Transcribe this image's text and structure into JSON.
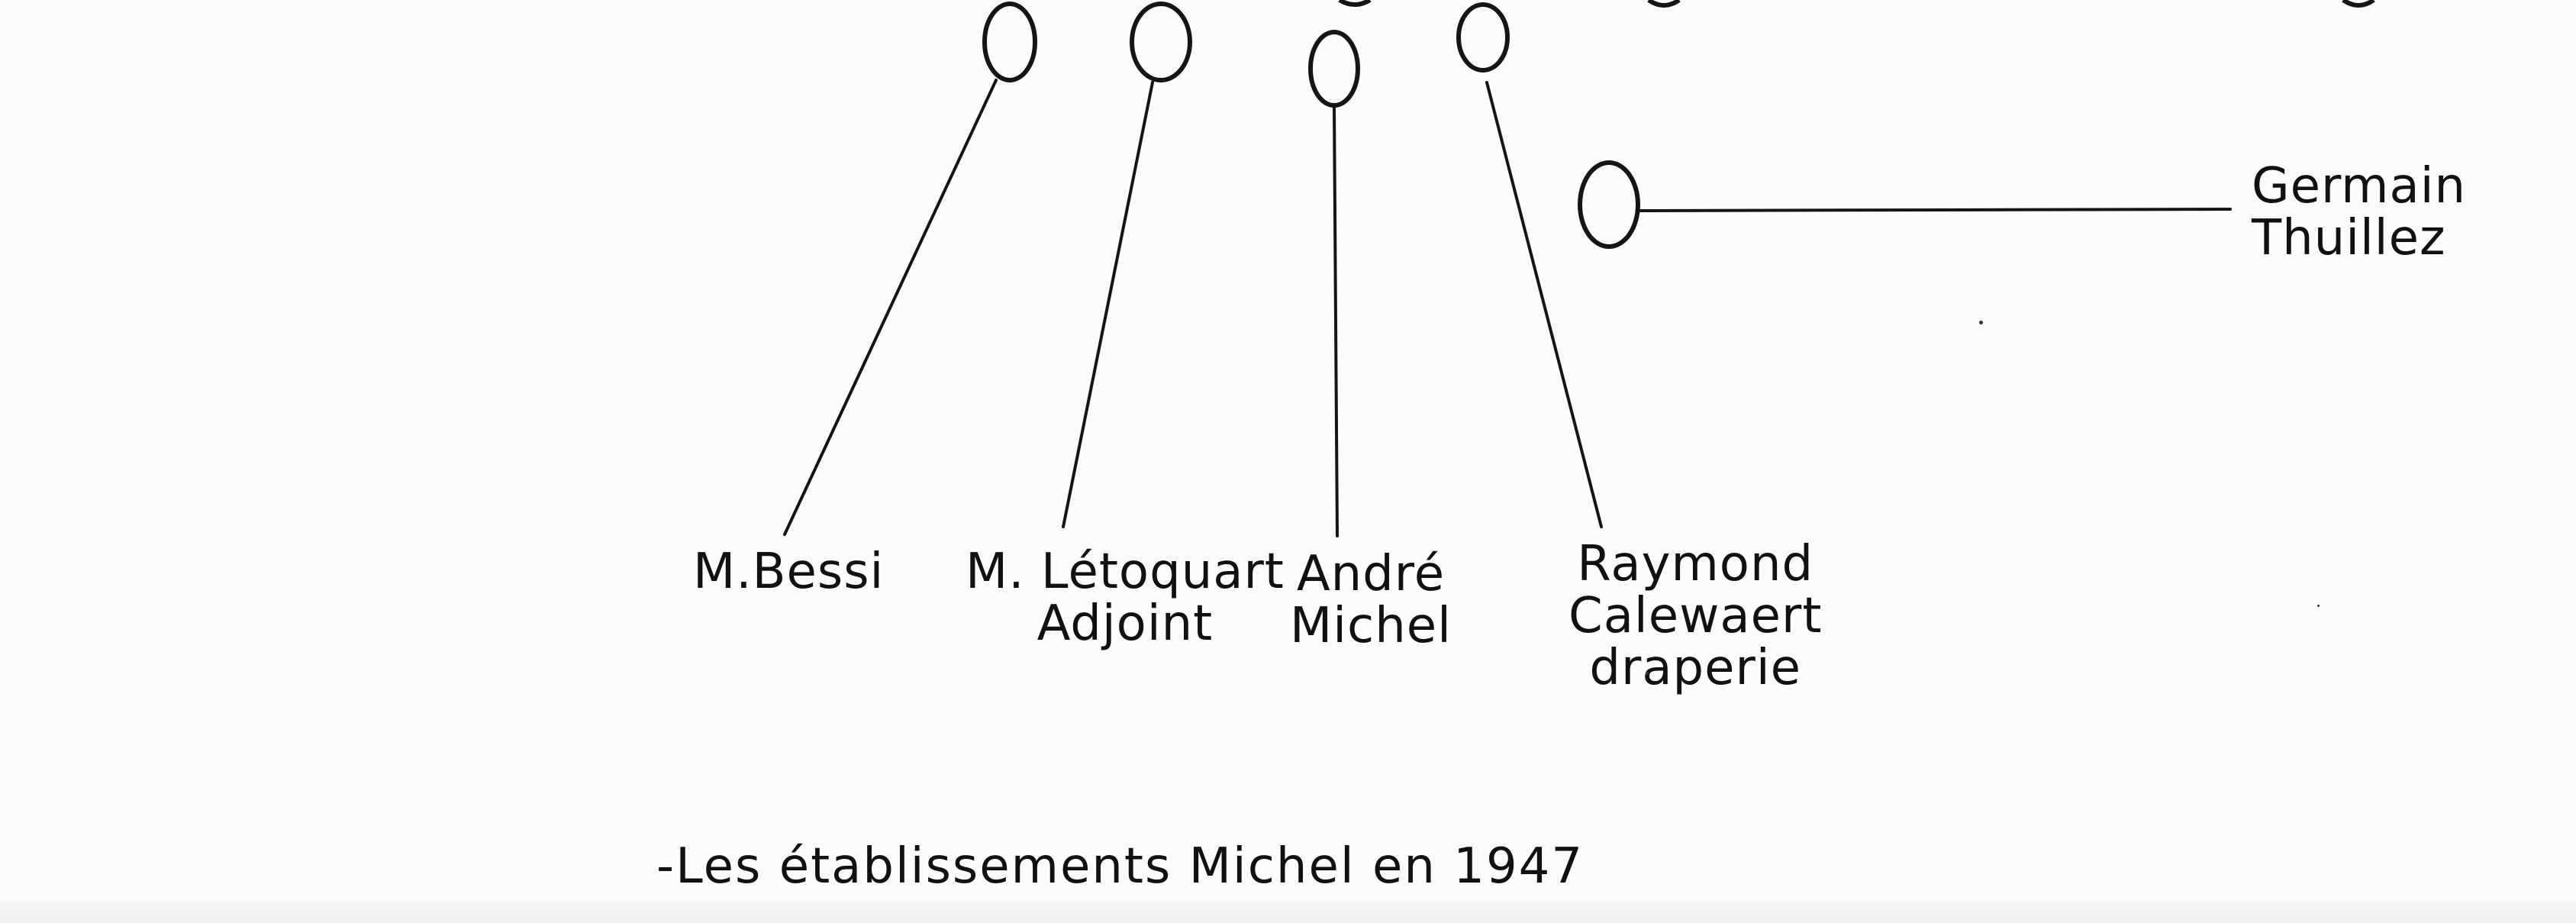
{
  "figure": {
    "people": [
      {
        "id": "bessi",
        "lines": [
          "M.Bessi"
        ]
      },
      {
        "id": "letoquart",
        "lines": [
          "M. Létoquart",
          "Adjoint"
        ]
      },
      {
        "id": "andre-michel",
        "lines": [
          "André",
          "Michel"
        ]
      },
      {
        "id": "calewaert",
        "lines": [
          "Raymond",
          "Calewaert",
          "draperie"
        ]
      },
      {
        "id": "thuillez",
        "lines": [
          "Germain",
          "Thuillez"
        ]
      }
    ],
    "caption": "-Les établissements Michel en 1947"
  }
}
